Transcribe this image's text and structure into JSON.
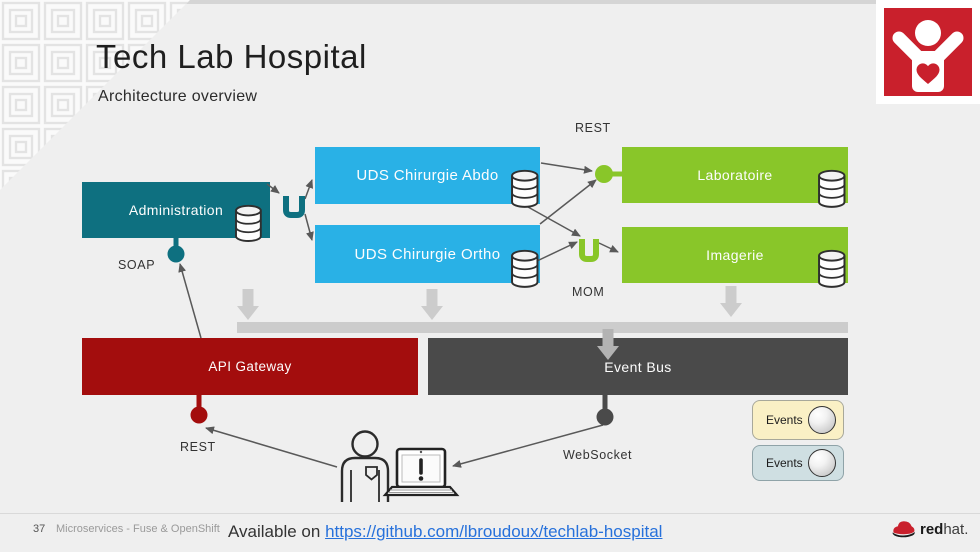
{
  "slide": {
    "title": "Tech Lab Hospital",
    "subtitle": "Architecture overview",
    "footer": {
      "page_number": "37",
      "deck_title": "Microservices - Fuse & OpenShift",
      "available_prefix": "Available on",
      "link_text": "https://github.com/lbroudoux/techlab-hospital",
      "brand_red": "red",
      "brand_hat": "hat."
    }
  },
  "diagram": {
    "nodes": {
      "administration": {
        "label": "Administration",
        "color": "#0e7080"
      },
      "uds_abdo": {
        "label": "UDS Chirurgie Abdo",
        "color": "#29b1e6"
      },
      "uds_ortho": {
        "label": "UDS Chirurgie Ortho",
        "color": "#29b1e6"
      },
      "laboratoire": {
        "label": "Laboratoire",
        "color": "#89c629"
      },
      "imagerie": {
        "label": "Imagerie",
        "color": "#89c629"
      },
      "api_gateway": {
        "label": "API Gateway",
        "color": "#a30d0d"
      },
      "event_bus": {
        "label": "Event Bus",
        "color": "#4a4a4a"
      }
    },
    "connection_labels": {
      "rest_top": "REST",
      "soap": "SOAP",
      "mom": "MOM",
      "rest_bottom": "REST",
      "websocket": "WebSocket"
    },
    "legend": [
      {
        "label": "Events",
        "color": "#faf0c5"
      },
      {
        "label": "Events",
        "color": "#cfdfe2"
      }
    ]
  }
}
